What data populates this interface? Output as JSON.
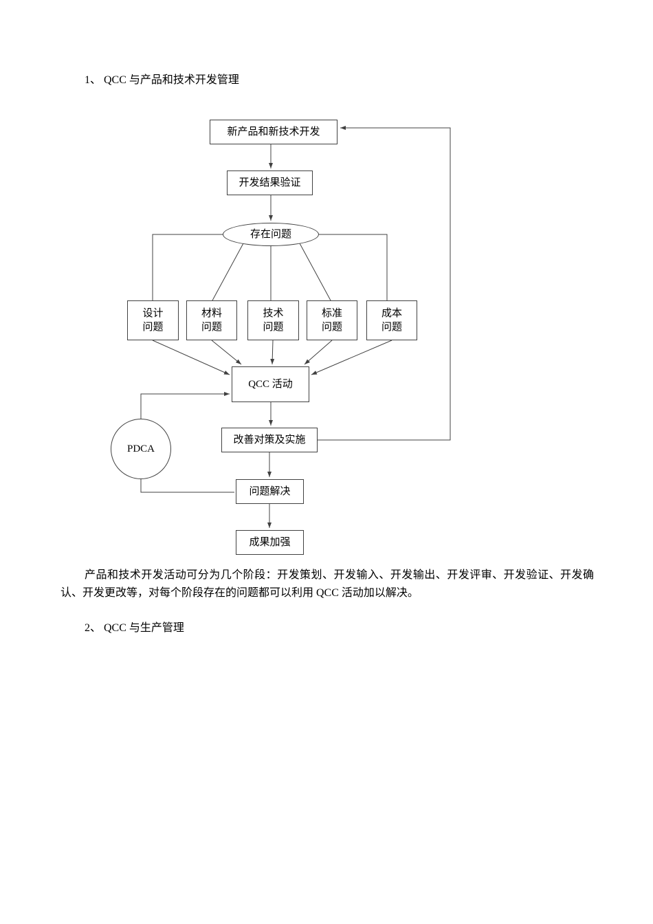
{
  "document": {
    "heading1": "1、 QCC 与产品和技术开发管理",
    "paragraph": "产品和技术开发活动可分为几个阶段：开发策划、开发输入、开发输出、开发评审、开发验证、开发确认、开发更改等，对每个阶段存在的问题都可以利用 QCC 活动加以解决。",
    "heading2": "2、 QCC 与生产管理"
  },
  "flowchart": {
    "nodes": {
      "dev": "新产品和新技术开发",
      "verify": "开发结果验证",
      "problems": "存在问题",
      "design": "设计\n问题",
      "material": "材料\n问题",
      "tech": "技术\n问题",
      "standard": "标准\n问题",
      "cost": "成本\n问题",
      "qcc": "QCC 活动",
      "improve": "改善对策及实施",
      "solve": "问题解决",
      "strengthen": "成果加强",
      "pdca": "PDCA"
    },
    "line_color": "#404040"
  }
}
